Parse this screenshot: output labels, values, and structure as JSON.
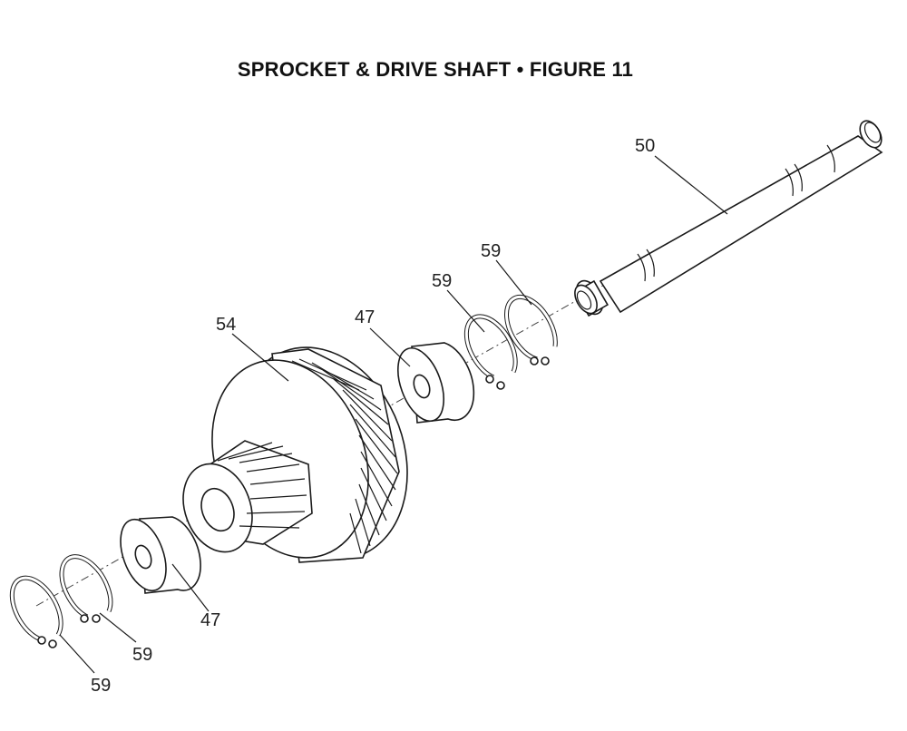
{
  "figure": {
    "title": "SPROCKET & DRIVE SHAFT  •  FIGURE 11"
  },
  "callouts": {
    "shaft": "50",
    "ring_a": "59",
    "ring_b": "59",
    "bearing_upper": "47",
    "sprocket": "54",
    "bearing_lower": "47",
    "ring_c": "59",
    "ring_d": "59"
  }
}
